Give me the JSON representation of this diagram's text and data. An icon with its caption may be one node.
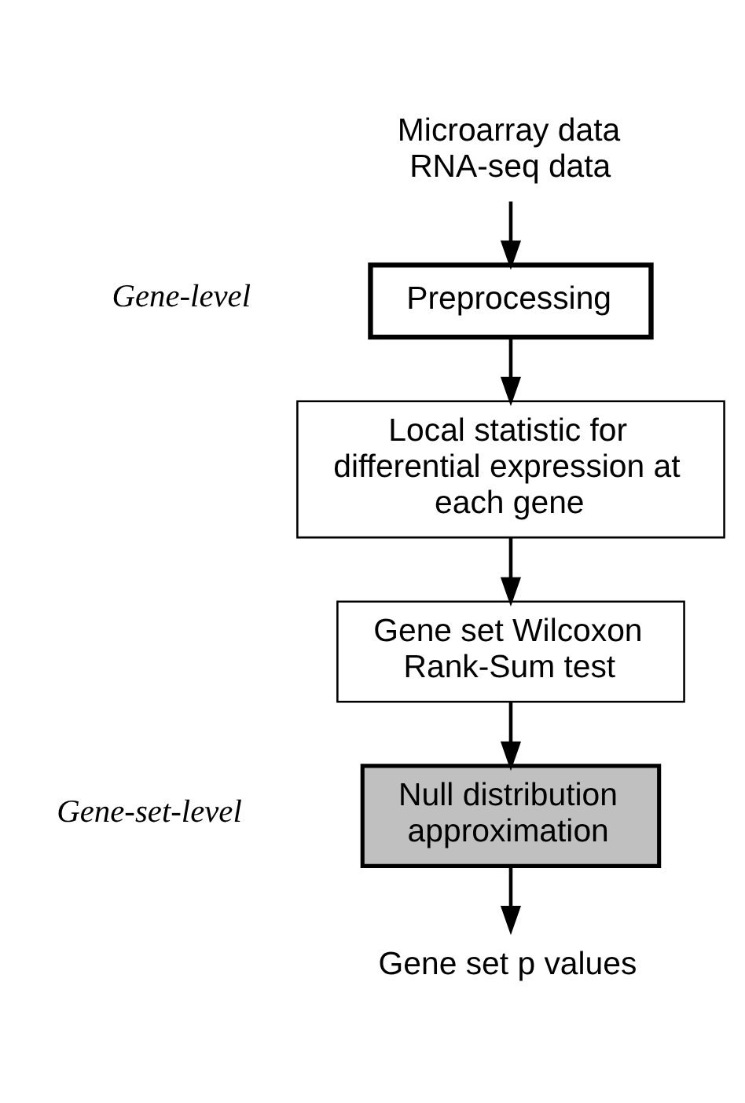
{
  "diagram": {
    "nodes": [
      {
        "text": [
          "Microarray data RNA-seq data"
        ]
      },
      {
        "text": [
          "Preprocessing"
        ]
      },
      {
        "text": [
          "Local statistic for differential expression at each gene"
        ]
      },
      {
        "text": [
          "Gene set Wilcoxon Rank-Sum test"
        ]
      },
      {
        "text": [
          "Null distribution approximation"
        ]
      },
      {
        "text": [
          "Gene set p values"
        ]
      }
    ],
    "edges": [
      {
        "from": 0,
        "to": 1,
        "arrow": "to"
      },
      {
        "from": 1,
        "to": 2,
        "arrow": "to"
      },
      {
        "from": 2,
        "to": 3,
        "arrow": "to"
      },
      {
        "from": 3,
        "to": 4,
        "arrow": "to"
      },
      {
        "from": 4,
        "to": 5,
        "arrow": "to"
      }
    ],
    "labels": [
      "Gene-level",
      "Gene-set-level"
    ]
  }
}
